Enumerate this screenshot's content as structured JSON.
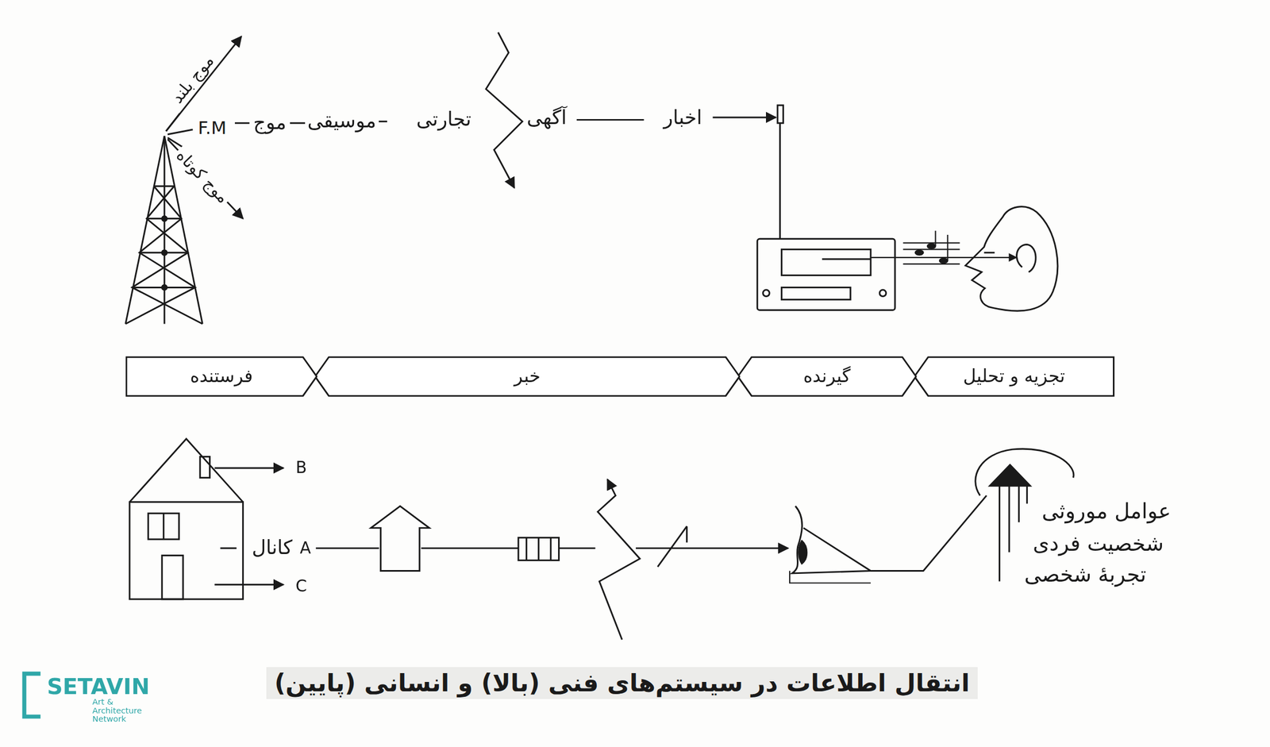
{
  "diagram": {
    "caption": "انتقال اطلاعات در سیستم‌های فنی (بالا) و انسانی (پایین)",
    "nodes": [
      {
        "text": [
          "تجزیه و تحلیل"
        ]
      },
      {
        "text": [
          "گیرنده"
        ]
      },
      {
        "text": [
          "خبر"
        ]
      },
      {
        "text": [
          "فرستنده"
        ]
      }
    ],
    "labels": [
      "موج بلند",
      "F.M",
      "موج کوتاه",
      "موج",
      "موسیقی",
      "تجارتی",
      "آگهی",
      "اخبار",
      "B",
      "کانال",
      "A",
      "C",
      "عوامل موروثی",
      "شخصیت فردی",
      "تجربهٔ شخصی",
      "SETAVIN",
      "Art & Architecture Network"
    ]
  }
}
